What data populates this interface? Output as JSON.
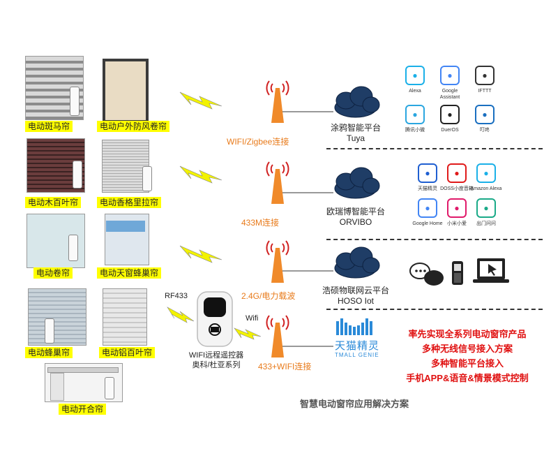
{
  "blinds": [
    {
      "label": "电动斑马帘"
    },
    {
      "label": "电动户外防风卷帘"
    },
    {
      "label": "电动木百叶帘"
    },
    {
      "label": "电动香格里拉帘"
    },
    {
      "label": "电动卷帘"
    },
    {
      "label": "电动天窗蜂巢帘"
    },
    {
      "label": "电动蜂巢帘"
    },
    {
      "label": "电动铝百叶帘"
    },
    {
      "label": "电动开合帘"
    }
  ],
  "rows": [
    {
      "link": "WIFI/Zigbee连接",
      "platform_cn": "涂鸦智能平台",
      "platform_en": "Tuya"
    },
    {
      "link": "433M连接",
      "platform_cn": "欧瑞博智能平台",
      "platform_en": "ORVIBO"
    },
    {
      "link": "2.4G/电力载波",
      "platform_cn": "浩硕物联网云平台",
      "platform_en": "HOSO Iot"
    },
    {
      "link": "433+WIFI连接"
    }
  ],
  "hub": {
    "rf_label": "RF433",
    "wifi_label": "Wifi",
    "name_line1": "WIFI远程遥控器",
    "name_line2": "奥科/杜亚系列"
  },
  "apps_row1": [
    {
      "name": "Alexa",
      "icon": "alexa-icon",
      "color": "#1ab0e8"
    },
    {
      "name": "Google\nAssistant",
      "icon": "google-assistant-icon",
      "color": "#4285f4"
    },
    {
      "name": "IFTTT",
      "icon": "ifttt-icon",
      "color": "#333333"
    },
    {
      "name": "腾讯小微",
      "icon": "tencent-xiaowei-icon",
      "color": "#2aa6e0"
    },
    {
      "name": "DuerOS",
      "icon": "dueros-icon",
      "color": "#222222"
    },
    {
      "name": "叮咚",
      "icon": "dingdong-icon",
      "color": "#1a6fc0"
    }
  ],
  "apps_row2": [
    {
      "name": "天猫精灵",
      "icon": "tmall-genie-app-icon",
      "color": "#1f5fd1"
    },
    {
      "name": "DOSS小度音箱",
      "icon": "doss-icon",
      "color": "#e01a1a"
    },
    {
      "name": "Amazon Alexa",
      "icon": "amazon-alexa-icon",
      "color": "#1ab0e8"
    },
    {
      "name": "Google Home",
      "icon": "google-home-icon",
      "color": "#4285f4"
    },
    {
      "name": "小米小爱",
      "icon": "xiaomi-xiaoai-icon",
      "color": "#e01a6a"
    },
    {
      "name": "出门问问",
      "icon": "mobvoi-icon",
      "color": "#1aaa88"
    }
  ],
  "tmall": {
    "cn": "天猫精灵",
    "en": "TMALL GENIE",
    "color": "#2a8ad8"
  },
  "highlights": [
    "率先实现全系列电动窗帘产品",
    "多种无线信号接入方案",
    "多种智能平台接入",
    "手机APP&语音&情景模式控制"
  ],
  "footer_title": "智慧电动窗帘应用解决方案",
  "colors": {
    "label_bg": "#ffff00",
    "orange": "#e87a1a",
    "red": "#e01010",
    "bolt": "#f2f200"
  }
}
